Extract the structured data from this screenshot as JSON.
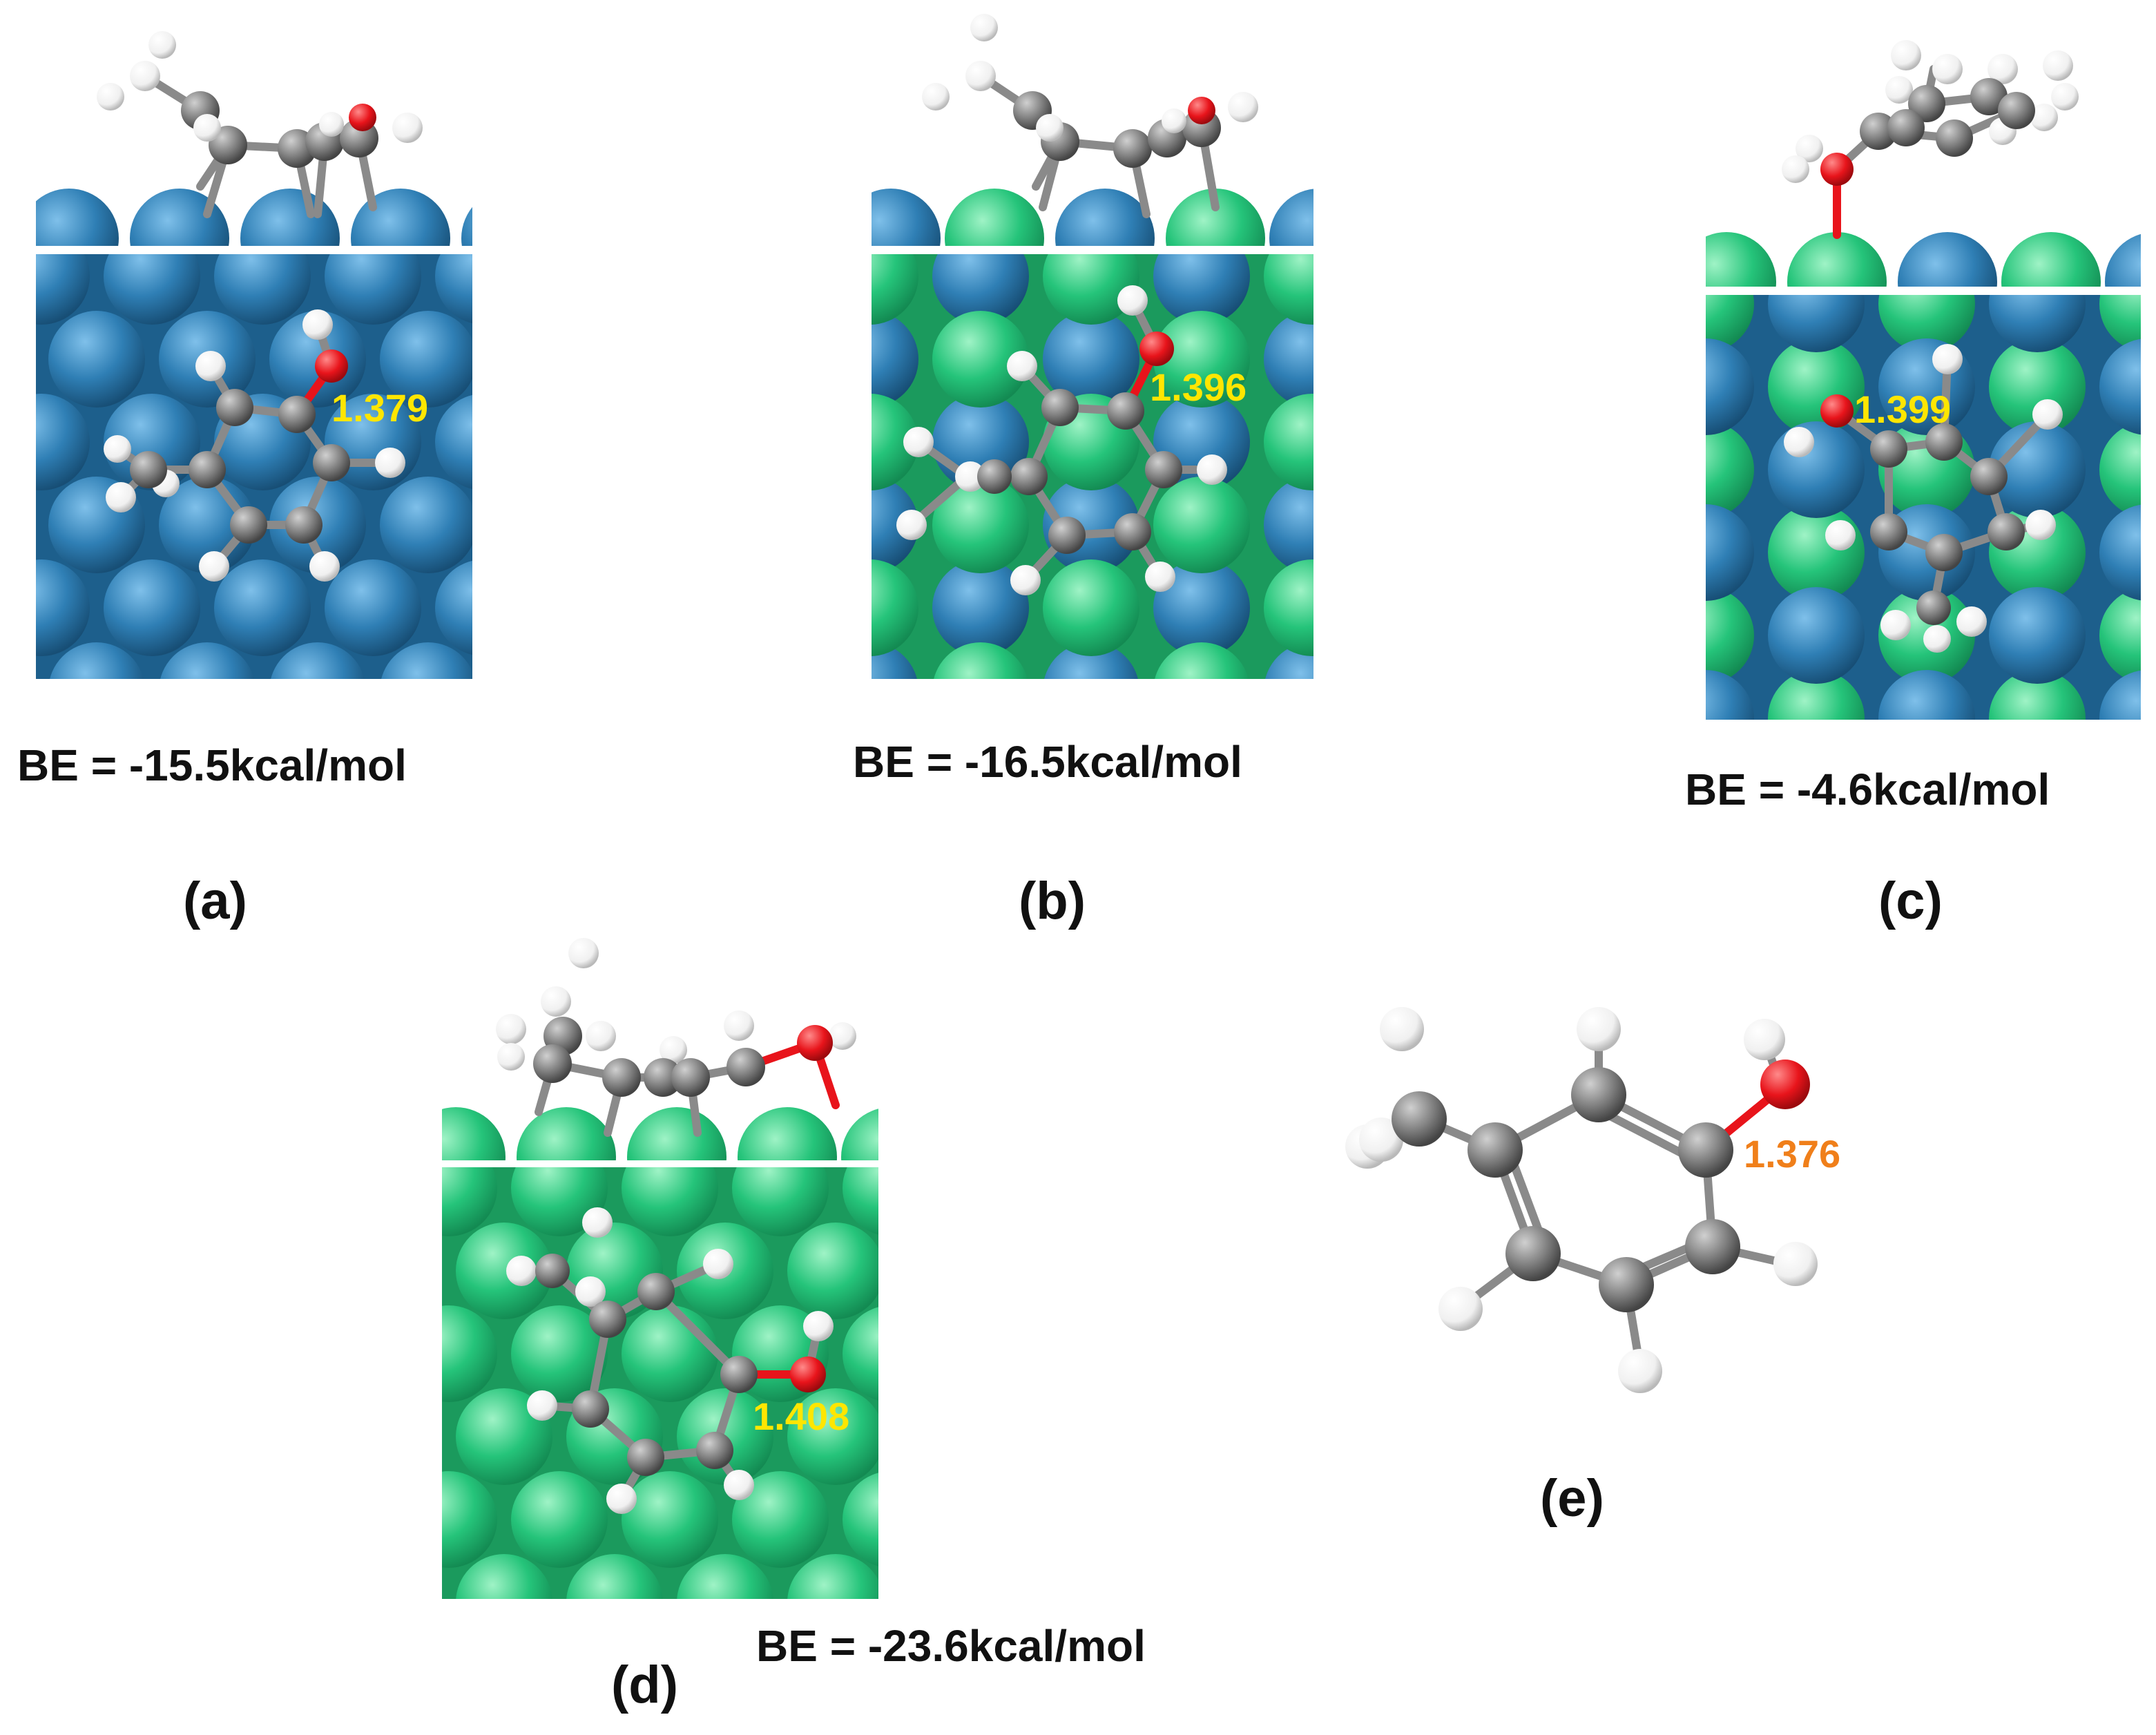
{
  "colors": {
    "metal_blue": "#2f7fb5",
    "metal_green": "#25c47a",
    "carbon": "#7d7d7d",
    "hydrogen": "#f2f2f2",
    "oxygen": "#e8141b",
    "bond_label_surface": "#ffe600",
    "bond_label_gas": "#f07f1a"
  },
  "panels": [
    {
      "id": "a",
      "label": "(a)",
      "be_text": "BE = -15.5kcal/mol",
      "bond_length": "1.379",
      "surface": [
        "blue",
        "blue"
      ]
    },
    {
      "id": "b",
      "label": "(b)",
      "be_text": "BE = -16.5kcal/mol",
      "bond_length": "1.396",
      "surface": [
        "green",
        "blue"
      ]
    },
    {
      "id": "c",
      "label": "(c)",
      "be_text": "BE = -4.6kcal/mol",
      "bond_length": "1.399",
      "surface": [
        "blue",
        "green"
      ]
    },
    {
      "id": "d",
      "label": "(d)",
      "be_text": "BE = -23.6kcal/mol",
      "bond_length": "1.408",
      "surface": [
        "green",
        "green"
      ]
    },
    {
      "id": "e",
      "label": "(e)",
      "be_text": "",
      "bond_length": "1.376",
      "surface": []
    }
  ]
}
